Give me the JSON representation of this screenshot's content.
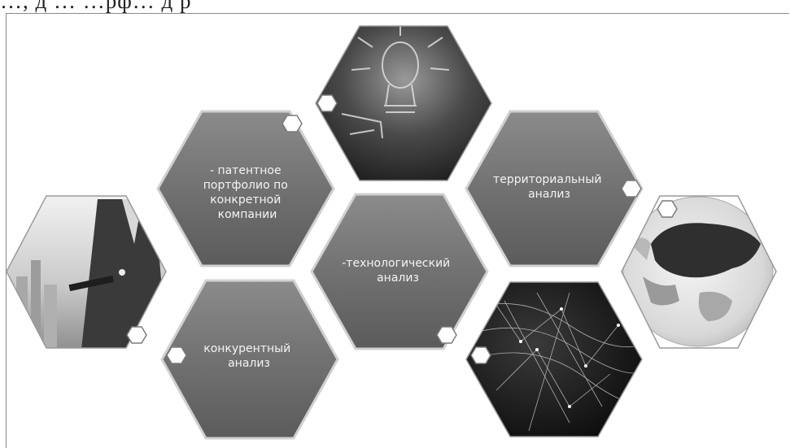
{
  "header_cut_text": "…, д     …     …рф…     д  р",
  "hexagons": [
    {
      "id": "patent",
      "text_lines": [
        "- патентное",
        "портфолио по",
        "конкретной",
        "компании"
      ]
    },
    {
      "id": "territorial",
      "text_lines": [
        "территориальный",
        "анализ"
      ]
    },
    {
      "id": "technological",
      "text_lines": [
        "-технологический",
        "анализ"
      ]
    },
    {
      "id": "competitive",
      "text_lines": [
        "конкурентный",
        "анализ"
      ]
    }
  ],
  "image_hexagons": [
    {
      "id": "lightbulb",
      "icon": "lightbulb-sketch-icon"
    },
    {
      "id": "businessman",
      "icon": "businessman-tablet-icon"
    },
    {
      "id": "network",
      "icon": "network-mesh-icon"
    },
    {
      "id": "globe",
      "icon": "globe-map-icon"
    }
  ],
  "colors": {
    "hex_fill": "#6e6e6e",
    "hex_fill_light": "#8a8a8a",
    "hex_text": "#f4f4f4",
    "badge_fill": "#ffffff"
  }
}
